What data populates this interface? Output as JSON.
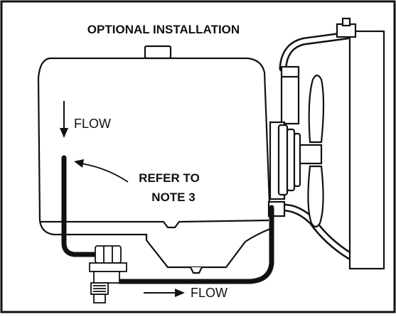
{
  "diagram": {
    "title": "OPTIONAL INSTALLATION",
    "flow_label_top": "FLOW",
    "flow_label_bottom": "FLOW",
    "callout_line1": "REFER TO",
    "callout_line2": "NOTE 3"
  },
  "colors": {
    "line": "#111111",
    "background": "#ffffff",
    "shading": "#d9d9d9"
  }
}
